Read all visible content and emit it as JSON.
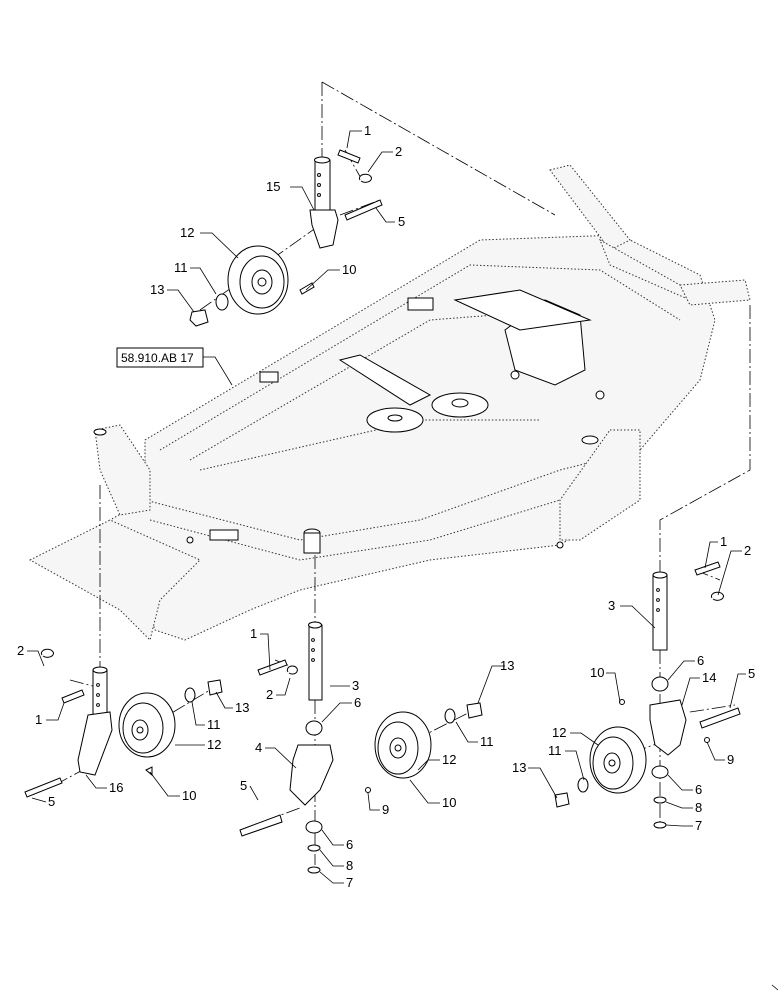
{
  "diagram": {
    "reference_label": "58.910.AB 17",
    "callouts": {
      "top_1": "1",
      "top_2": "2",
      "top_15": "15",
      "top_5": "5",
      "top_12": "12",
      "top_11": "11",
      "top_10": "10",
      "top_13": "13",
      "left_2": "2",
      "left_1": "1",
      "left_5": "5",
      "left_16": "16",
      "left_12": "12",
      "left_10": "10",
      "left_11": "11",
      "left_13": "13",
      "mid_1": "1",
      "mid_2": "2",
      "mid_3": "3",
      "mid_6a": "6",
      "mid_4": "4",
      "mid_5": "5",
      "mid_9": "9",
      "mid_6b": "6",
      "mid_8": "8",
      "mid_7": "7",
      "mid_13": "13",
      "mid_11": "11",
      "mid_12": "12",
      "mid_10": "10",
      "right_1": "1",
      "right_2": "2",
      "right_3": "3",
      "right_10": "10",
      "right_6a": "6",
      "right_14": "14",
      "right_5": "5",
      "right_12": "12",
      "right_11": "11",
      "right_9": "9",
      "right_13": "13",
      "right_6b": "6",
      "right_8": "8",
      "right_7": "7"
    }
  }
}
